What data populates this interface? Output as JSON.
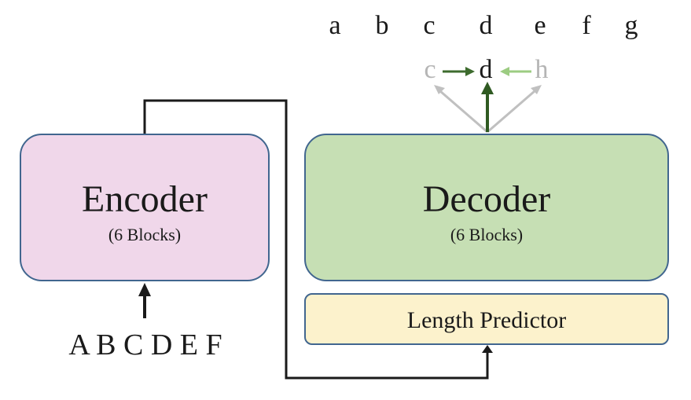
{
  "encoder": {
    "title": "Encoder",
    "subtitle": "(6 Blocks)",
    "color": "#f0d7ea"
  },
  "decoder": {
    "title": "Decoder",
    "subtitle": "(6 Blocks)",
    "color": "#c6dfb4"
  },
  "length_predictor": {
    "label": "Length Predictor",
    "color": "#fcf2cc"
  },
  "input_sequence": "A B C D E F",
  "output_tokens": [
    "a",
    "b",
    "c",
    "d",
    "e",
    "f",
    "g"
  ],
  "context_tokens": {
    "left": "c",
    "center": "d",
    "right": "h",
    "left_color": "#b5b5b5",
    "right_color": "#b5b5b5",
    "left_arrow_color": "#3d6b2e",
    "right_arrow_color": "#9ccc82"
  },
  "border_color": "#41668f"
}
